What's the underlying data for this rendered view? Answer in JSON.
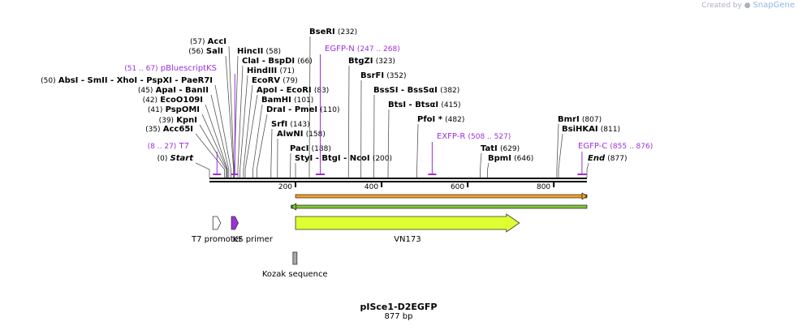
{
  "credit": {
    "prefix": "Created by",
    "brand": "SnapGene"
  },
  "map": {
    "title": "pISce1-D2EGFP",
    "length_label": "877 bp",
    "length_bp": 877
  },
  "colors": {
    "site_text": "#000000",
    "primer": "#9b30d9",
    "cds_fill": "#dfff30",
    "promoter_fill": "#ffffff",
    "primer_fill": "#9b30d9",
    "kozak_fill": "#a8a8a8",
    "orf_orange": "#f3a22c",
    "orf_green": "#7fc43a",
    "ruler": "#000000"
  },
  "ruler": {
    "ticks": [
      "200",
      "400",
      "600",
      "800"
    ]
  },
  "sites": [
    {
      "name": "Start",
      "pos": "(0)",
      "bp": 0,
      "italic": true
    },
    {
      "name": "Acc65I",
      "pos": "(35)",
      "bp": 35
    },
    {
      "name": "KpnI",
      "pos": "(39)",
      "bp": 39
    },
    {
      "name": "PspOMI",
      "pos": "(41)",
      "bp": 41
    },
    {
      "name": "EcoO109I",
      "pos": "(42)",
      "bp": 42
    },
    {
      "name": "ApaI - BanII",
      "pos": "(45)",
      "bp": 45
    },
    {
      "name": "AbsI - SmII - XhoI - PspXI - PaeR7I",
      "pos": "(50)",
      "bp": 50
    },
    {
      "name": "SalI",
      "pos": "(56)",
      "bp": 56
    },
    {
      "name": "AccI",
      "pos": "(57)",
      "bp": 57
    },
    {
      "name": "HincII",
      "pos": "(58)",
      "bp": 58
    },
    {
      "name": "ClaI - BspDI",
      "pos": "(66)",
      "bp": 66
    },
    {
      "name": "HindIII",
      "pos": "(71)",
      "bp": 71
    },
    {
      "name": "EcoRV",
      "pos": "(79)",
      "bp": 79
    },
    {
      "name": "ApoI - EcoRI",
      "pos": "(83)",
      "bp": 83
    },
    {
      "name": "BamHI",
      "pos": "(101)",
      "bp": 101
    },
    {
      "name": "DraI - PmeI",
      "pos": "(110)",
      "bp": 110
    },
    {
      "name": "SrfI",
      "pos": "(143)",
      "bp": 143
    },
    {
      "name": "AlwNI",
      "pos": "(158)",
      "bp": 158
    },
    {
      "name": "PacI",
      "pos": "(188)",
      "bp": 188
    },
    {
      "name": "StyI - BtgI - NcoI",
      "pos": "(200)",
      "bp": 200
    },
    {
      "name": "BseRI",
      "pos": "(232)",
      "bp": 232
    },
    {
      "name": "BtgZI",
      "pos": "(323)",
      "bp": 323
    },
    {
      "name": "BsrFI",
      "pos": "(352)",
      "bp": 352
    },
    {
      "name": "BssSI - BssSαI",
      "pos": "(382)",
      "bp": 382
    },
    {
      "name": "BtsI - BtsαI",
      "pos": "(415)",
      "bp": 415
    },
    {
      "name": "PfoI *",
      "pos": "(482)",
      "bp": 482
    },
    {
      "name": "TatI",
      "pos": "(629)",
      "bp": 629
    },
    {
      "name": "BpmI",
      "pos": "(646)",
      "bp": 646
    },
    {
      "name": "BmrI",
      "pos": "(807)",
      "bp": 807
    },
    {
      "name": "BsiHKAI",
      "pos": "(811)",
      "bp": 811
    },
    {
      "name": "End",
      "pos": "(877)",
      "bp": 877,
      "italic": true
    }
  ],
  "primers": [
    {
      "name": "T7",
      "range": "(8 .. 27)",
      "start": 8,
      "end": 27
    },
    {
      "name": "pBluescriptKS",
      "range": "(51 .. 67)",
      "start": 51,
      "end": 67
    },
    {
      "name": "EGFP-N",
      "range": "(247 .. 268)",
      "start": 247,
      "end": 268
    },
    {
      "name": "EXFP-R",
      "range": "(508 .. 527)",
      "start": 508,
      "end": 527
    },
    {
      "name": "EGFP-C",
      "range": "(855 .. 876)",
      "start": 855,
      "end": 876
    }
  ],
  "features": [
    {
      "name": "T7 promoter",
      "type": "promoter",
      "start": 8,
      "end": 26,
      "direction": "forward"
    },
    {
      "name": "KS primer",
      "type": "primer_bind",
      "start": 51,
      "end": 67,
      "direction": "forward"
    },
    {
      "name": "VN173",
      "type": "cds",
      "start": 200,
      "end": 720,
      "direction": "forward"
    },
    {
      "name": "Kozak sequence",
      "type": "misc",
      "start": 194,
      "end": 203,
      "direction": "none"
    }
  ],
  "orfs": [
    {
      "color_key": "orf_orange",
      "start": 200,
      "end": 877,
      "direction": "forward"
    },
    {
      "color_key": "orf_green",
      "start": 190,
      "end": 877,
      "direction": "reverse"
    }
  ]
}
